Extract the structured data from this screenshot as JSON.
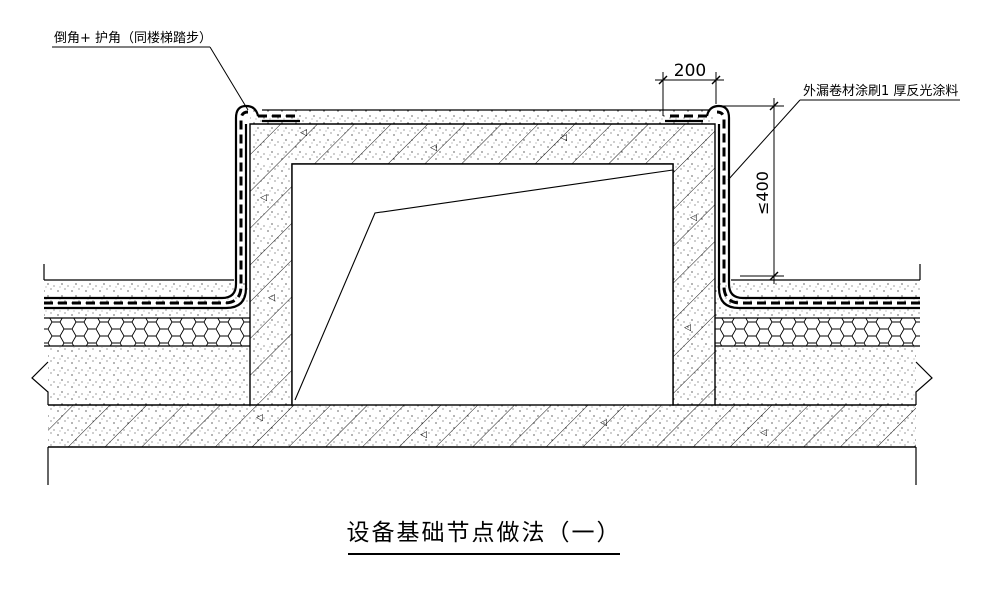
{
  "labels": {
    "chamfer_note": "倒角+ 护角（同楼梯踏步）",
    "membrane_note": "外漏卷材涂刷1 厚反光涂料",
    "dim_width": "200",
    "dim_height": "≤400",
    "caption": "设备基础节点做法（一）"
  },
  "colors": {
    "line": "#000000",
    "background": "#ffffff"
  }
}
